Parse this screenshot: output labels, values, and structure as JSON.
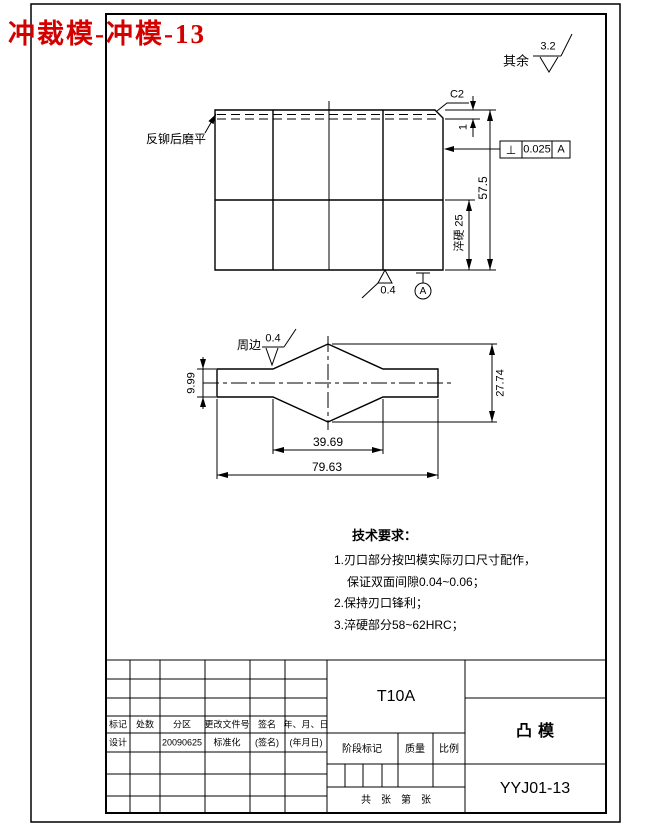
{
  "title": "冲裁模-冲模-13",
  "general_roughness": {
    "label": "其余",
    "value": "3.2"
  },
  "front_view": {
    "note_grind": "反铆后磨平",
    "chamfer": "C2",
    "dim_head_depth": "1",
    "tolerance_frame": {
      "symbol": "⊥",
      "value": "0.025",
      "datum": "A"
    },
    "dim_total_height": "57.5",
    "dim_hardened_zone": "淬硬 25",
    "datum_label": "A",
    "roughness_bottom": "0.4"
  },
  "plan_view": {
    "note_perimeter": "周边",
    "roughness_value": "0.4",
    "dim_strip_width": "9.99",
    "dim_overall_height": "27.74",
    "dim_diamond_width": "39.69",
    "dim_overall_width": "79.63"
  },
  "tech_requirements": {
    "heading": "技术要求：",
    "items": [
      "1.刃口部分按凹模实际刃口尺寸配作，",
      "保证双面间隙0.04~0.06；",
      "2.保持刃口锋利；",
      "3.淬硬部分58~62HRC；"
    ]
  },
  "title_block": {
    "material": "T10A",
    "part_name": "凸模",
    "drawing_no": "YYJ01-13",
    "headers": {
      "mark": "标记",
      "count": "处数",
      "zone": "分区",
      "doc_no": "更改文件号",
      "sign": "签名",
      "date": "年、月、日"
    },
    "design_row": {
      "design": "设计",
      "date_value": "20090625",
      "standard": "标准化",
      "sign_placeholder": "(签名)",
      "date_placeholder": "(年月日)"
    },
    "stage_mark": "阶段标记",
    "weight": "质量",
    "scale": "比例",
    "sheet_info": "共　张　第　张"
  },
  "colors": {
    "title_red": "#d40000",
    "line": "#000000",
    "background": "#ffffff"
  }
}
